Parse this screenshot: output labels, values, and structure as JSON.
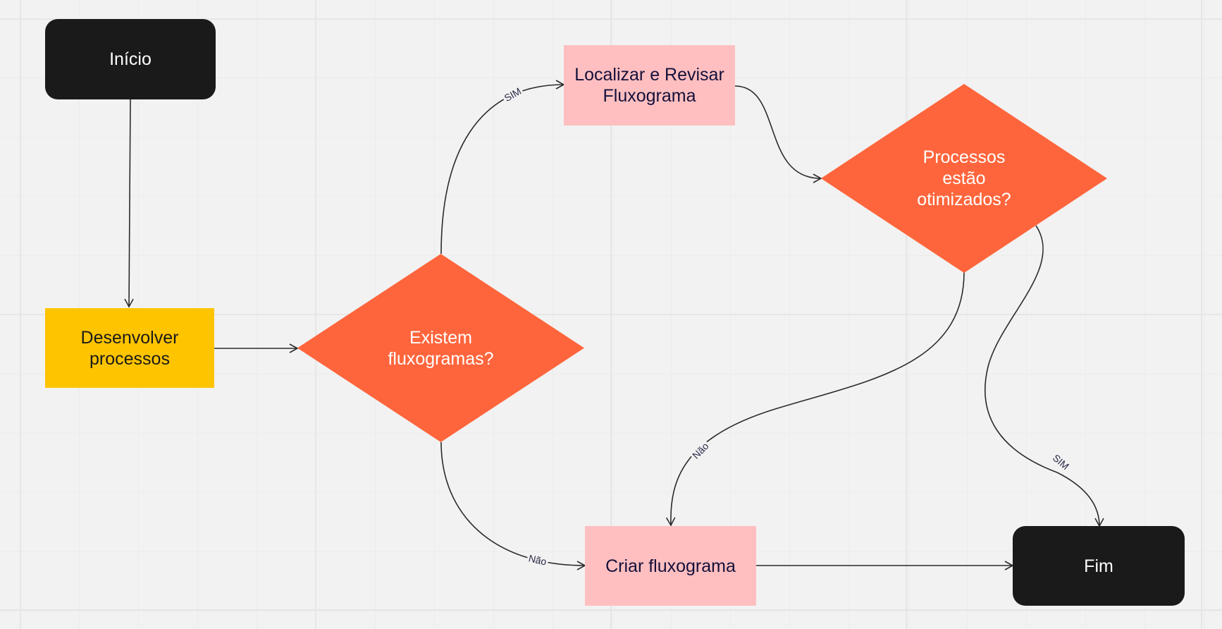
{
  "colors": {
    "terminal": "#1a1a1a",
    "process_yellow": "#ffc400",
    "process_pink": "#ffbfc0",
    "decision": "#ff653c",
    "connector": "#2b2b2b"
  },
  "nodes": {
    "start": "Início",
    "develop": "Desenvolver processos",
    "decision_exists": "Existem fluxogramas?",
    "review": "Localizar e Revisar Fluxograma",
    "decision_optimized": "Processos estão otimizados?",
    "create": "Criar fluxograma",
    "end": "Fim"
  },
  "edge_labels": {
    "exists_yes": "SIM",
    "exists_no": "Não",
    "optimized_no": "Não",
    "optimized_yes": "SIM"
  }
}
